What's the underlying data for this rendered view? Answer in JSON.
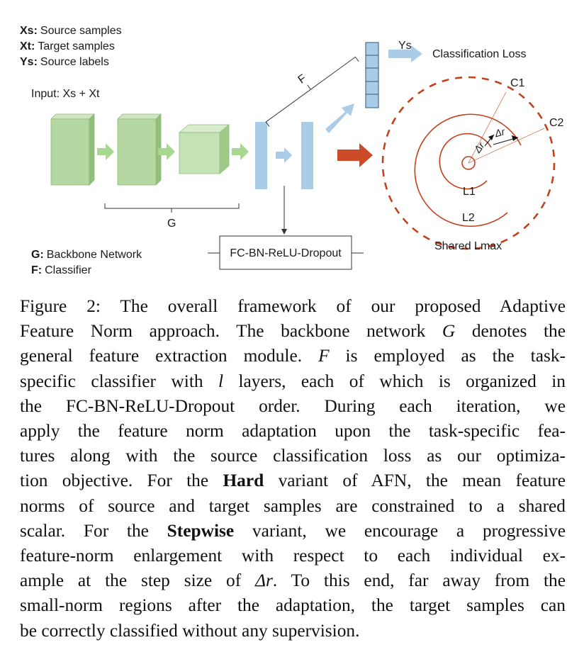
{
  "legend_top": [
    {
      "key": "Xs:",
      "text": "Source samples"
    },
    {
      "key": "Xt:",
      "text": "Target samples"
    },
    {
      "key": "Ys:",
      "text": "Source labels"
    }
  ],
  "input_label": "Input: Xs + Xt",
  "g_brace_label": "G",
  "f_brace_label": "F",
  "fc_box_label": "FC-BN-ReLU-Dropout",
  "ys_label": "Ys",
  "classification_loss": "Classification Loss",
  "c1_label": "C1",
  "c2_label": "C2",
  "delta_r_1": "Δr",
  "delta_r_2": "Δr",
  "l1_label": "L1",
  "l2_label": "L2",
  "shared_lmax": "Shared Lmax",
  "legend_bottom": [
    {
      "key": "G:",
      "text": "Backbone Network"
    },
    {
      "key": "F:",
      "text": "Classifier"
    }
  ],
  "colors": {
    "backbone_green": "#b5d8a3",
    "classifier_blue": "#a9cde9",
    "arrow_green": "#a7d88f",
    "arrow_orange": "#cc4a26",
    "circle_red": "#c2421d"
  },
  "caption": {
    "lines": [
      [
        {
          "t": "Figure 2:  The overall framework of our proposed Adaptive"
        }
      ],
      [
        {
          "t": "Feature Norm approach. The backbone network "
        },
        {
          "t": "G",
          "s": "i"
        },
        {
          "t": " denotes the"
        }
      ],
      [
        {
          "t": "general feature extraction module.  "
        },
        {
          "t": "F",
          "s": "i"
        },
        {
          "t": " is employed as the task-"
        }
      ],
      [
        {
          "t": "specific classifier with "
        },
        {
          "t": "l",
          "s": "i"
        },
        {
          "t": " layers, each of which is organized in"
        }
      ],
      [
        {
          "t": "the FC-BN-ReLU-Dropout order.  During each iteration, we"
        }
      ],
      [
        {
          "t": "apply the feature norm adaptation upon the task-specific fea-"
        }
      ],
      [
        {
          "t": "tures along with the source classification loss as our optimiza-"
        }
      ],
      [
        {
          "t": "tion objective. For the "
        },
        {
          "t": "Hard",
          "s": "b"
        },
        {
          "t": " variant of AFN, the mean feature"
        }
      ],
      [
        {
          "t": "norms of source and target samples are constrained to a shared"
        }
      ],
      [
        {
          "t": "scalar.  For the "
        },
        {
          "t": "Stepwise",
          "s": "b"
        },
        {
          "t": " variant, we encourage a progressive"
        }
      ],
      [
        {
          "t": "feature-norm enlargement with respect to each individual ex-"
        }
      ],
      [
        {
          "t": "ample at the step size of "
        },
        {
          "t": "Δr",
          "s": "i"
        },
        {
          "t": ".  To this end, far away from the"
        }
      ],
      [
        {
          "t": "small-norm regions after the adaptation, the target samples can"
        }
      ],
      [
        {
          "t": "be correctly classified without any supervision."
        }
      ]
    ]
  }
}
